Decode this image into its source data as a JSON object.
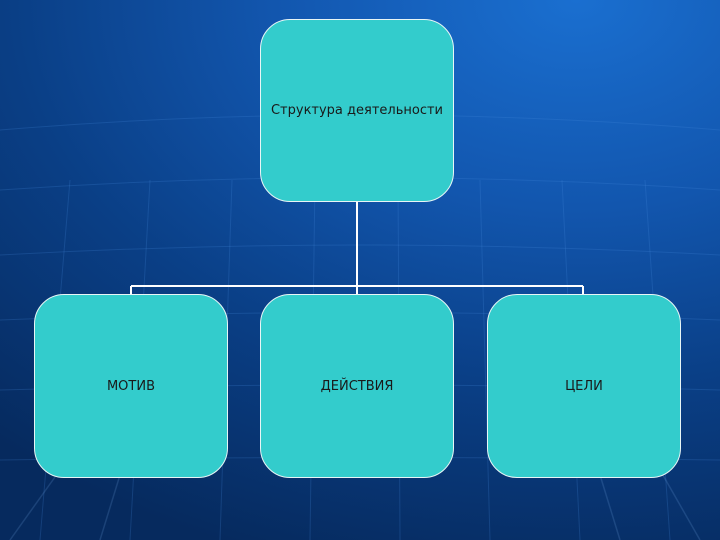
{
  "diagram": {
    "root": {
      "label": "Структура деятельности"
    },
    "children": [
      {
        "label": "МОТИВ"
      },
      {
        "label": "ДЕЙСТВИЯ"
      },
      {
        "label": "ЦЕЛИ"
      }
    ]
  },
  "colors": {
    "node_fill": "#33cccc",
    "connector": "#ffffff",
    "background": "#1256ae"
  }
}
